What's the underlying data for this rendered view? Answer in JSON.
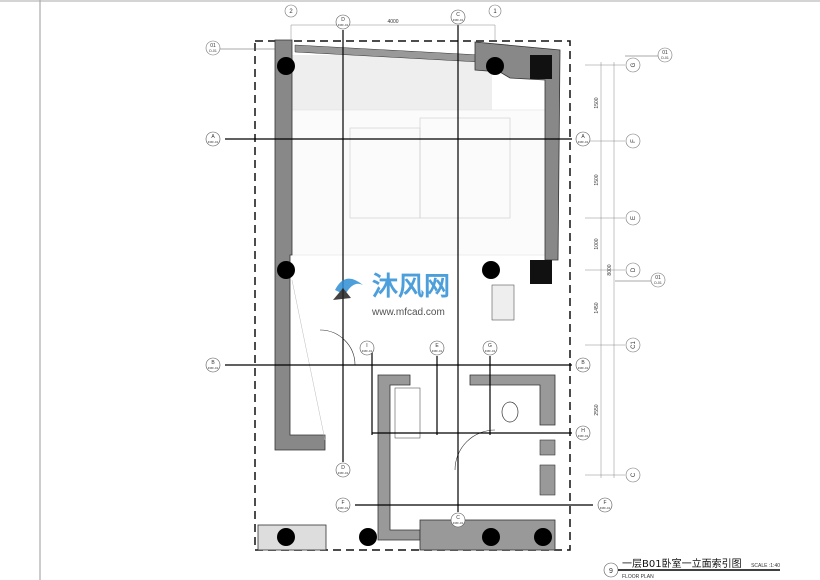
{
  "drawing": {
    "title_cn": "一层B01卧室一立面索引图",
    "title_en": "FLOOR PLAN",
    "scale": "SCALE :1:40",
    "number": "9"
  },
  "grid_axes": {
    "vertical": [
      "2",
      "1"
    ],
    "horizontal": [
      "G",
      "F",
      "E",
      "D",
      "C1",
      "C"
    ]
  },
  "dimensions": {
    "top": "4000",
    "right": [
      "1500",
      "1500",
      "1000",
      "1450",
      "2550"
    ],
    "right_total": "8000"
  },
  "section_markers": {
    "A_left": {
      "letter": "A",
      "ref": "FMF-01"
    },
    "A_right": {
      "letter": "A",
      "ref": "FMF-01"
    },
    "B_left": {
      "letter": "B",
      "ref": "FMF-01"
    },
    "B_right": {
      "letter": "B",
      "ref": "FMF-01"
    },
    "H": {
      "letter": "H",
      "ref": "FMF-01"
    },
    "D_top": {
      "letter": "D",
      "ref": "FMF-01"
    },
    "C_top": {
      "letter": "C",
      "ref": "FMF-01"
    },
    "D_bottom": {
      "letter": "D",
      "ref": "FMF-01"
    },
    "F_left": {
      "letter": "F",
      "ref": "FMF-01"
    },
    "F_right": {
      "letter": "F",
      "ref": "FMF-01"
    },
    "C_bottom": {
      "letter": "C",
      "ref": "FMF-01"
    },
    "I": {
      "letter": "I",
      "ref": "FMF-01"
    },
    "E": {
      "letter": "E",
      "ref": "FMF-01"
    },
    "G": {
      "letter": "G",
      "ref": "FMF-01"
    }
  },
  "detail_refs": [
    {
      "num": "01",
      "ref": "D-01"
    },
    {
      "num": "01",
      "ref": "D-01"
    },
    {
      "num": "01",
      "ref": "D-01"
    }
  ],
  "watermark": {
    "cn": "沐风网",
    "url": "www.mfcad.com",
    "color": "#2f8fd6"
  }
}
